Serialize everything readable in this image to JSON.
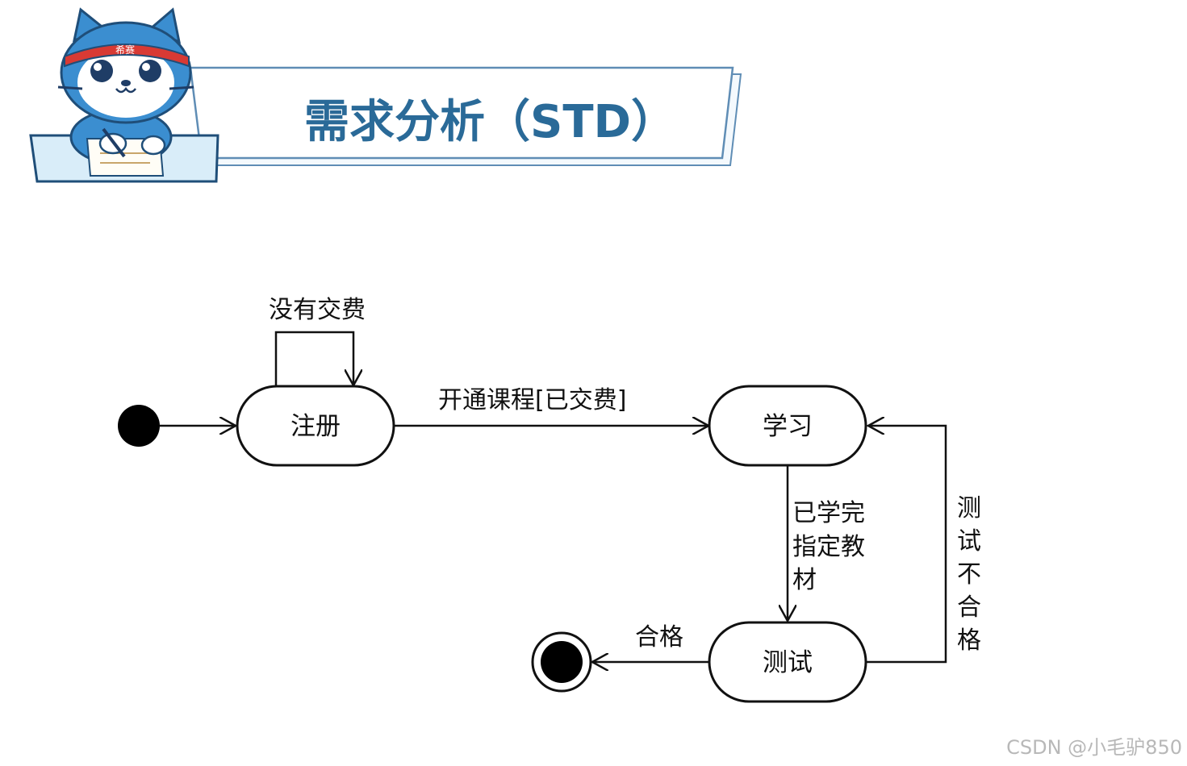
{
  "title": "需求分析（STD）",
  "mascot": {
    "headband_text": "希赛"
  },
  "diagram": {
    "states": {
      "register": "注册",
      "study": "学习",
      "test": "测试"
    },
    "transitions": {
      "self_loop": "没有交费",
      "register_to_study": "开通课程[已交费]",
      "study_to_test_lines": [
        "已学完",
        "指定教",
        "材"
      ],
      "test_to_study_chars": [
        "测",
        "试",
        "不",
        "合",
        "格"
      ],
      "test_to_end": "合格"
    }
  },
  "watermark": "CSDN @小毛驴850"
}
